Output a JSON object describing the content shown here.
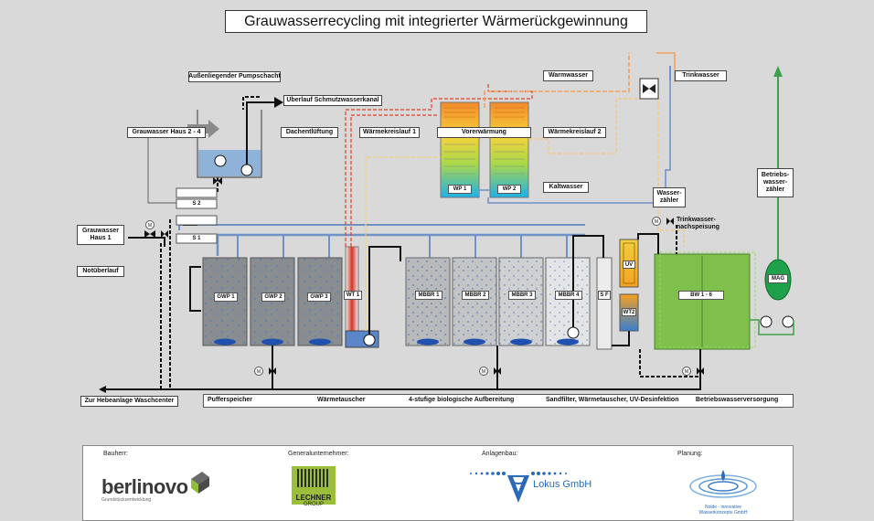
{
  "title": "Grauwasserrecycling mit integrierter Wärmerückgewinnung",
  "labels": {
    "pumpschacht": "Außenliegender Pumpschacht",
    "ueberlauf": "Überlauf Schmutzwasserkanal",
    "grauwasser_haus24": "Grauwasser Haus 2 - 4",
    "dachentlueftung": "Dachentlüftung",
    "waermekreislauf1": "Wärmekreislauf 1",
    "warmwasser": "Warmwasser",
    "trinkwasser": "Trinkwasser",
    "waermekreislauf2": "Wärmekreislauf 2",
    "kaltwasser": "Kaltwasser",
    "vorerwaermung": "Vorerwärmung",
    "wp1": "WP 1",
    "wp2": "WP 2",
    "wasserzaehler_1": "Wasser-",
    "wasserzaehler_2": "zähler",
    "trinkwassernachspeisung_1": "Trinkwasser-",
    "trinkwassernachspeisung_2": "nachspeisung",
    "betriebswasserzaehler_1": "Betriebs-",
    "betriebswasserzaehler_2": "wasser-",
    "betriebswasserzaehler_3": "zähler",
    "grauwasser_haus1_1": "Grauwasser",
    "grauwasser_haus1_2": "Haus 1",
    "notueberlauf": "Notüberlauf",
    "s1": "S 1",
    "s2": "S 2",
    "m": "M",
    "zur_hebeanlage": "Zur Hebeanlage Waschcenter",
    "mag": "MAG",
    "uv": "UV",
    "wt2": "WT2",
    "sf": "S F",
    "bw": "BW 1 - 6"
  },
  "tanks": {
    "gwp": [
      "GWP 1",
      "GWP 2",
      "GWP 3"
    ],
    "wt1": "WT 1",
    "mbbr": [
      "MBBR 1",
      "MBBR 2",
      "MBBR 3",
      "MBBR 4"
    ]
  },
  "bottom_bar": [
    "Pufferspeicher",
    "Wärmetauscher",
    "4-stufige biologische Aufbereitung",
    "Sandfilter, Wärmetauscher, UV-Desinfektion",
    "Betriebswasserversorgung"
  ],
  "footer": {
    "roles": [
      "Bauherr:",
      "Generalunternehmer:",
      "Anlagenbau:",
      "Planung:"
    ],
    "berlinovo_name": "berlinovo",
    "berlinovo_sub": "Grundstücksentwicklung",
    "lechner_1": "LECHNER",
    "lechner_2": "GROUP",
    "lokus": "Lokus GmbH",
    "nolde_1": "Nolde - innovative",
    "nolde_2": "Wasserkonzepte GmbH"
  },
  "colors": {
    "background": "#d9d9d9",
    "greywater_tank": "#8a8d90",
    "pipe_blue": "#6f93c6",
    "pipe_black": "#111111",
    "pipe_red": "#e0402a",
    "pipe_orange": "#f5a05a",
    "pipe_yellow": "#f2d17a",
    "service_water_green": "#7fc04c",
    "pipe_green": "#3aa14a"
  }
}
